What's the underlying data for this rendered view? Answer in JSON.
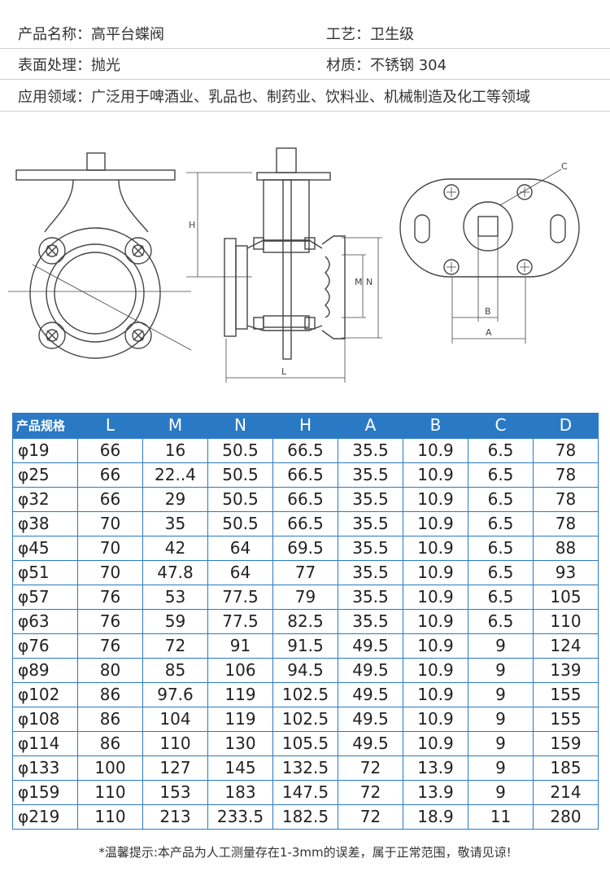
{
  "info": {
    "name": "产品名称：高平台蝶阀",
    "craft": "工艺：卫生级",
    "surface": "表面处理：抛光",
    "material": "材质：不锈钢 304",
    "application": "应用领域：广泛用于啤酒业、乳品也、制药业、饮料业、机械制造及化工等领域"
  },
  "drawing": {
    "label_H": "H",
    "label_L": "L",
    "label_M": "M",
    "label_N": "N",
    "label_A": "A",
    "label_B": "B",
    "label_C": "C"
  },
  "table": {
    "headers": [
      "产品规格",
      "L",
      "M",
      "N",
      "H",
      "A",
      "B",
      "C",
      "D"
    ],
    "rows": [
      [
        "φ19",
        "66",
        "16",
        "50.5",
        "66.5",
        "35.5",
        "10.9",
        "6.5",
        "78"
      ],
      [
        "φ25",
        "66",
        "22..4",
        "50.5",
        "66.5",
        "35.5",
        "10.9",
        "6.5",
        "78"
      ],
      [
        "φ32",
        "66",
        "29",
        "50.5",
        "66.5",
        "35.5",
        "10.9",
        "6.5",
        "78"
      ],
      [
        "φ38",
        "70",
        "35",
        "50.5",
        "66.5",
        "35.5",
        "10.9",
        "6.5",
        "78"
      ],
      [
        "φ45",
        "70",
        "42",
        "64",
        "69.5",
        "35.5",
        "10.9",
        "6.5",
        "88"
      ],
      [
        "φ51",
        "70",
        "47.8",
        "64",
        "77",
        "35.5",
        "10.9",
        "6.5",
        "93"
      ],
      [
        "φ57",
        "76",
        "53",
        "77.5",
        "79",
        "35.5",
        "10.9",
        "6.5",
        "105"
      ],
      [
        "φ63",
        "76",
        "59",
        "77.5",
        "82.5",
        "35.5",
        "10.9",
        "6.5",
        "110"
      ],
      [
        "φ76",
        "76",
        "72",
        "91",
        "91.5",
        "49.5",
        "10.9",
        "9",
        "124"
      ],
      [
        "φ89",
        "80",
        "85",
        "106",
        "94.5",
        "49.5",
        "10.9",
        "9",
        "139"
      ],
      [
        "φ102",
        "86",
        "97.6",
        "119",
        "102.5",
        "49.5",
        "10.9",
        "9",
        "155"
      ],
      [
        "φ108",
        "86",
        "104",
        "119",
        "102.5",
        "49.5",
        "10.9",
        "9",
        "155"
      ],
      [
        "φ114",
        "86",
        "110",
        "130",
        "105.5",
        "49.5",
        "10.9",
        "9",
        "159"
      ],
      [
        "φ133",
        "100",
        "127",
        "145",
        "132.5",
        "72",
        "13.9",
        "9",
        "185"
      ],
      [
        "φ159",
        "110",
        "153",
        "183",
        "147.5",
        "72",
        "13.9",
        "9",
        "214"
      ],
      [
        "φ219",
        "110",
        "213",
        "233.5",
        "182.5",
        "72",
        "18.9",
        "11",
        "280"
      ]
    ]
  },
  "footnote": "*温馨提示:本产品为人工测量存在1-3mm的误差，属于正常范围，敬请见谅!",
  "colors": {
    "table_blue": "#2a79c5",
    "line": "#444444"
  }
}
